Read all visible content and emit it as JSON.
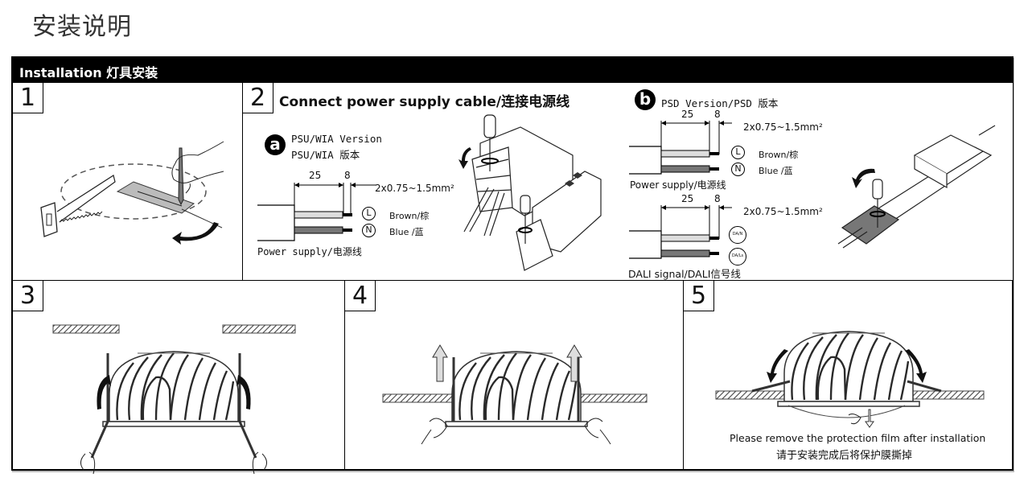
{
  "page": {
    "title": "安装说明"
  },
  "section": {
    "header": "Installation 灯具安装"
  },
  "steps": {
    "s1": {
      "number": "1"
    },
    "s2": {
      "number": "2",
      "title": "Connect power supply cable/连接电源线",
      "a": {
        "badge": "a",
        "line1": "PSU/WIA Version",
        "line2": "PSU/WIA 版本",
        "dim1": "25",
        "dim2": "8",
        "spec": "2x0.75~1.5mm²",
        "L": "L",
        "N": "N",
        "brown": "Brown/棕",
        "blue": "Blue /蓝",
        "cable": "Power supply/电源线"
      },
      "b": {
        "badge": "b",
        "line1": "PSD Version/PSD 版本",
        "dim1": "25",
        "dim2": "8",
        "spec": "2x0.75~1.5mm²",
        "L": "L",
        "N": "N",
        "brown": "Brown/棕",
        "blue": "Blue /蓝",
        "cable": "Power supply/电源线",
        "dim3": "25",
        "dim4": "8",
        "spec2": "2x0.75~1.5mm²",
        "dan": "DA/N",
        "dal": "DA/Ls",
        "cable2": "DALI signal/DALI信号线"
      }
    },
    "s3": {
      "number": "3"
    },
    "s4": {
      "number": "4"
    },
    "s5": {
      "number": "5",
      "note_en": "Please remove the protection film after installation",
      "note_zh": "请于安装完成后将保护膜撕掉"
    }
  }
}
